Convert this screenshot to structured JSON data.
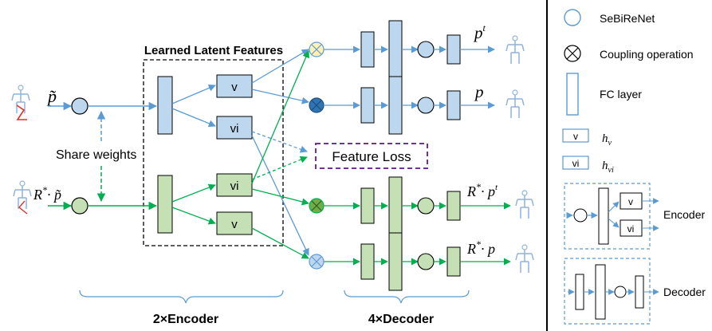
{
  "title": "Learned Latent Features",
  "share_weights": "Share weights",
  "feature_loss": "Feature Loss",
  "encoder_count": "2×Encoder",
  "decoder_count": "4×Decoder",
  "inputs": {
    "top": "p̃",
    "bottom_R": "R",
    "bottom_star": "*",
    "bottom_rest": "· p̃"
  },
  "latent": {
    "v": "v",
    "vi": "vi"
  },
  "outputs": {
    "o1_base": "p",
    "o1_sup": "t",
    "o2": "p",
    "o3_R": "R",
    "o3_star": "*",
    "o3_rest": "· p",
    "o3_sup": "t",
    "o4_R": "R",
    "o4_star": "*",
    "o4_rest": "· p"
  },
  "legend": {
    "sebirenet": "SeBiReNet",
    "coupling": "Coupling operation",
    "fc": "FC layer",
    "hv_box": "v",
    "hv_base": "h",
    "hv_sub": "v",
    "hvi_box": "vi",
    "hvi_base": "h",
    "hvi_sub": "vi",
    "encoder": "Encoder",
    "decoder": "Decoder"
  },
  "colors": {
    "blue_line": "#5b9bd5",
    "blue_fill": "#bdd7ee",
    "green_line": "#00b050",
    "green_fill": "#c5e0b4",
    "purple": "#7030a0"
  }
}
